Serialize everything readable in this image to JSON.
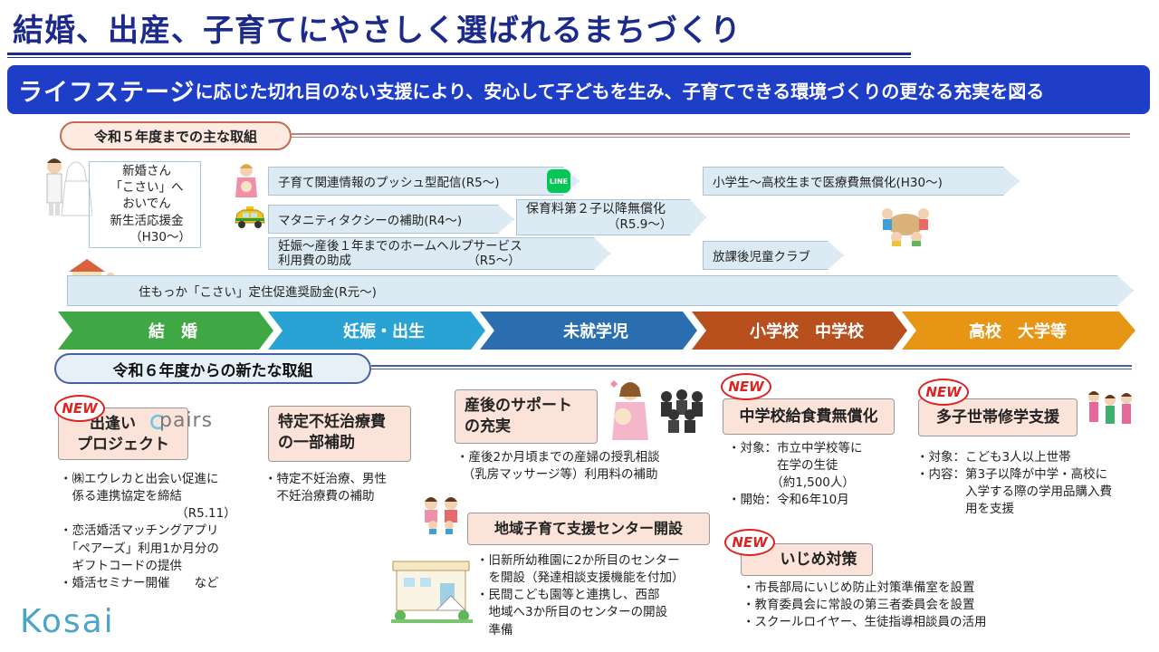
{
  "title": "結婚、出産、子育てにやさしく選ばれるまちづくり",
  "banner": {
    "lead": "ライフステージ",
    "rest": "に応じた切れ目のない支援により、安心して子どもを生み、子育てできる環境づくりの更なる充実を図る"
  },
  "section_past": {
    "label": "令和５年度までの主な取組",
    "newlywed": [
      "新婚さん",
      "「こさい」へ",
      "おいでん",
      "新生活応援金",
      "（H30～）"
    ],
    "push_info": "子育て関連情報のプッシュ型配信(R5～)",
    "line_logo": "LINE",
    "maternity_taxi": "マタニティタクシーの補助(R4～)",
    "nursery_fee": [
      "保育料第２子以降無償化",
      "（R5.9～）"
    ],
    "homehelp": [
      "妊娠～産後１年までのホームヘルプサービス",
      "利用費の助成　　　　　　　　　　（R5～）"
    ],
    "medical": "小学生～高校生まで医療費無償化(H30～)",
    "afterschool": "放課後児童クラブ",
    "settle": "住もっか「こさい」定住促進奨励金(R元～)"
  },
  "stages": [
    "結　婚",
    "妊娠・出生",
    "未就学児",
    "小学校　中学校",
    "高校　大学等"
  ],
  "stage_colors": [
    "#3fa845",
    "#29a3d4",
    "#2a6eaf",
    "#b8501e",
    "#e79515"
  ],
  "section_new": {
    "label": "令和６年度からの新たな取組",
    "badge": "NEW",
    "deai": {
      "title": [
        "出逢い",
        "プロジェクト"
      ],
      "pairs_logo": "pairs",
      "bullets": [
        "・㈱エウレカと出会い促進に",
        "　係る連携協定を締結",
        "　　　　　　　　　　（R5.11）",
        "・恋活婚活マッチングアプリ",
        "　「ペアーズ」利用1か月分の",
        "　ギフトコードの提供",
        "・婚活セミナー開催　　など"
      ]
    },
    "funin": {
      "title": [
        "特定不妊治療費",
        "の一部補助"
      ],
      "bullets": [
        "・特定不妊治療、男性",
        "　不妊治療費の補助"
      ]
    },
    "sango": {
      "title": [
        "産後のサポート",
        "の充実"
      ],
      "bullets": [
        "・産後2か月頃までの産婦の授乳相談",
        "　（乳房マッサージ等）利用料の補助"
      ]
    },
    "kyushoku": {
      "title": "中学校給食費無償化",
      "bullets": [
        "・対象：市立中学校等に",
        "　　　　在学の生徒",
        "　　　　（約1,500人）",
        "・開始：令和6年10月"
      ]
    },
    "tashi": {
      "title": "多子世帯修学支援",
      "bullets": [
        "・対象：こども3人以上世帯",
        "・内容：第3子以降が中学・高校に",
        "　　　　入学する際の学用品購入費",
        "　　　　用を支援"
      ]
    },
    "center": {
      "title": "地域子育て支援センター開設",
      "bullets": [
        "・旧新所幼稚園に2か所目のセンター",
        "　を開設（発達相談支援機能を付加）",
        "・民間こども園等と連携し、西部",
        "　地域へ3か所目のセンターの開設",
        "　準備"
      ]
    },
    "ijime": {
      "title": "いじめ対策",
      "bullets": [
        "・市長部局にいじめ防止対策準備室を設置",
        "・教育委員会に常設の第三者委員会を設置",
        "・スクールロイヤー、生徒指導相談員の活用"
      ]
    }
  },
  "logo": "Kosai"
}
